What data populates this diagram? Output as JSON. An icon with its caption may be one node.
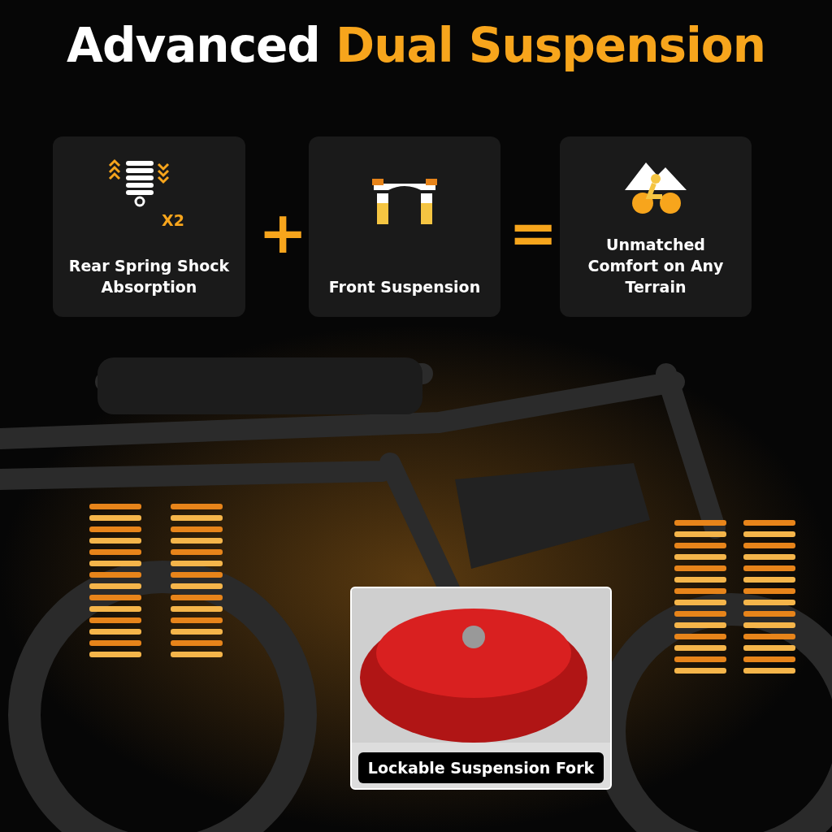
{
  "diagram": {
    "title": "Advanced Dual Suspension",
    "nodes": [
      {
        "text": [
          "Rear Spring Shock Absorption"
        ]
      },
      {
        "text": [
          "Front Suspension"
        ]
      },
      {
        "text": [
          "Unmatched Comfort on Any Terrain"
        ]
      },
      {
        "text": [
          "Lockable Suspension Fork"
        ]
      }
    ],
    "labels": [
      "X2",
      "+",
      "="
    ]
  }
}
